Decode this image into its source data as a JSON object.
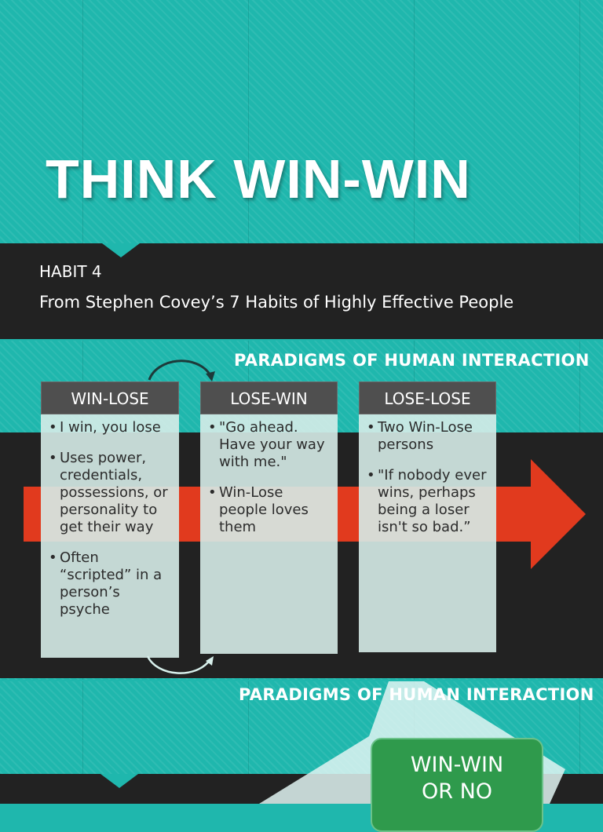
{
  "slide1": {
    "title": "THINK WIN-WIN",
    "habit": "HABIT 4",
    "source": "From Stephen Covey’s 7 Habits of Highly Effective People"
  },
  "slide2": {
    "heading": "PARADIGMS OF HUMAN INTERACTION",
    "columns": [
      {
        "title": "WIN-LOSE",
        "bullets": [
          "I win, you lose",
          "Uses power, credentials, possessions, or personality to get their way",
          "Often “scripted” in a person’s psyche"
        ]
      },
      {
        "title": "LOSE-WIN",
        "bullets": [
          " \"Go ahead. Have your way with me.\"",
          "Win-Lose people loves them"
        ]
      },
      {
        "title": "LOSE-LOSE",
        "bullets": [
          "Two Win-Lose persons",
          "\"If nobody ever wins, perhaps being a loser isn't so bad.”"
        ]
      }
    ],
    "colors": {
      "arrow": "#e13a1e",
      "background": "#1fb7ad",
      "band": "#222222"
    }
  },
  "slide3": {
    "heading": "PARADIGMS OF HUMAN INTERACTION",
    "box_line1": "WIN-WIN",
    "box_line2": "OR NO",
    "colors": {
      "box": "#2f9a4c"
    }
  }
}
